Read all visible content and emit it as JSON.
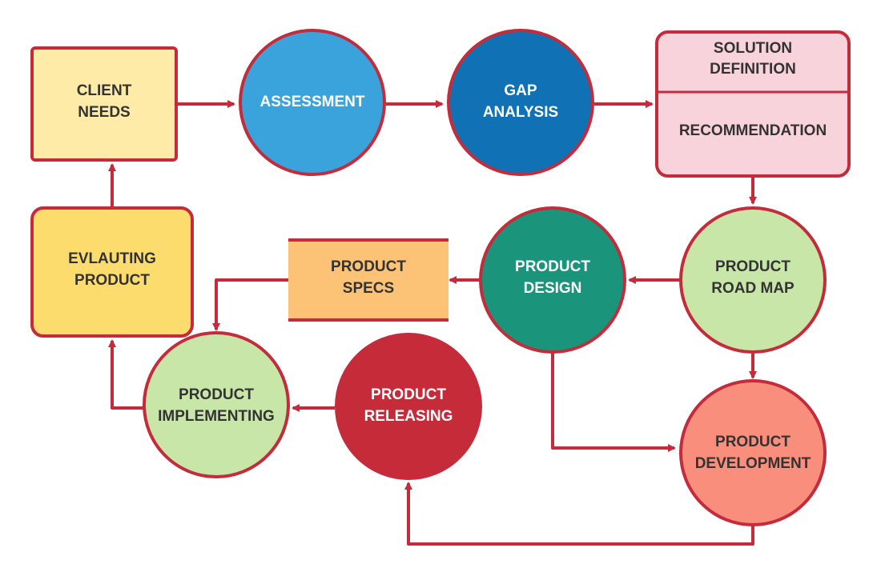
{
  "colors": {
    "stroke": "#C42B3B",
    "client_needs_fill": "#FEEBA8",
    "assessment_fill": "#3BA3DC",
    "gap_analysis_fill": "#1071B4",
    "solution_fill": "#F8D3DB",
    "evaluating_fill": "#FDDC6E",
    "product_specs_fill": "#FCC275",
    "product_design_fill": "#1A947B",
    "road_map_fill": "#C8E6A8",
    "implementing_fill": "#C8E6A8",
    "releasing_fill": "#C52B39",
    "development_fill": "#FA8E7C",
    "dark_text": "#333333",
    "light_text": "#ffffff"
  },
  "nodes": {
    "client_needs": {
      "line1": "CLIENT",
      "line2": "NEEDS"
    },
    "assessment": {
      "line1": "ASSESSMENT"
    },
    "gap_analysis": {
      "line1": "GAP",
      "line2": "ANALYSIS"
    },
    "solution_definition": {
      "line1": "SOLUTION",
      "line2": "DEFINITION"
    },
    "recommendation": {
      "line1": "RECOMMENDATION"
    },
    "evaluating_product": {
      "line1": "EVLAUTING",
      "line2": "PRODUCT"
    },
    "product_specs": {
      "line1": "PRODUCT",
      "line2": "SPECS"
    },
    "product_design": {
      "line1": "PRODUCT",
      "line2": "DESIGN"
    },
    "product_road_map": {
      "line1": "PRODUCT",
      "line2": "ROAD MAP"
    },
    "product_implementing": {
      "line1": "PRODUCT",
      "line2": "IMPLEMENTING"
    },
    "product_releasing": {
      "line1": "PRODUCT",
      "line2": "RELEASING"
    },
    "product_development": {
      "line1": "PRODUCT",
      "line2": "DEVELOPMENT"
    }
  },
  "edges": [
    {
      "from": "client_needs",
      "to": "assessment"
    },
    {
      "from": "assessment",
      "to": "gap_analysis"
    },
    {
      "from": "gap_analysis",
      "to": "solution_definition"
    },
    {
      "from": "recommendation",
      "to": "product_road_map"
    },
    {
      "from": "product_road_map",
      "to": "product_design"
    },
    {
      "from": "product_road_map",
      "to": "product_development"
    },
    {
      "from": "product_design",
      "to": "product_specs"
    },
    {
      "from": "product_design",
      "to": "product_development"
    },
    {
      "from": "product_specs",
      "to": "product_implementing"
    },
    {
      "from": "product_development",
      "to": "product_releasing"
    },
    {
      "from": "product_releasing",
      "to": "product_implementing"
    },
    {
      "from": "product_implementing",
      "to": "evaluating_product"
    },
    {
      "from": "evaluating_product",
      "to": "client_needs"
    }
  ]
}
